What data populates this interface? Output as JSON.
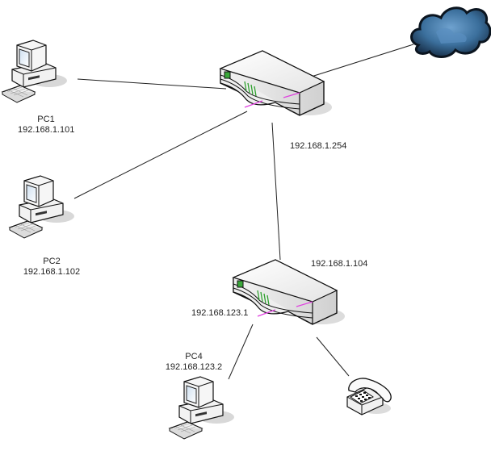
{
  "diagram": {
    "nodes": {
      "pc1": {
        "name": "PC1",
        "ip": "192.168.1.101"
      },
      "pc2": {
        "name": "PC2",
        "ip": "192.168.1.102"
      },
      "pc4": {
        "name": "PC4",
        "ip": "192.168.123.2"
      },
      "router_main": {
        "ip": "192.168.1.254"
      },
      "router_second": {
        "wan_ip": "192.168.1.104",
        "lan_ip": "192.168.123.1"
      },
      "internet": {
        "type": "cloud"
      },
      "phone": {
        "type": "telephone"
      }
    },
    "links": [
      {
        "from": "pc1",
        "to": "router_main"
      },
      {
        "from": "pc2",
        "to": "router_main"
      },
      {
        "from": "router_main",
        "to": "internet"
      },
      {
        "from": "router_main",
        "to": "router_second"
      },
      {
        "from": "router_second",
        "to": "pc4"
      },
      {
        "from": "router_second",
        "to": "phone"
      }
    ],
    "colors": {
      "cloud": "#1f4f7a",
      "router_led": "#3aa83a",
      "router_stripe": "#e040e0",
      "line": "#222222"
    }
  }
}
